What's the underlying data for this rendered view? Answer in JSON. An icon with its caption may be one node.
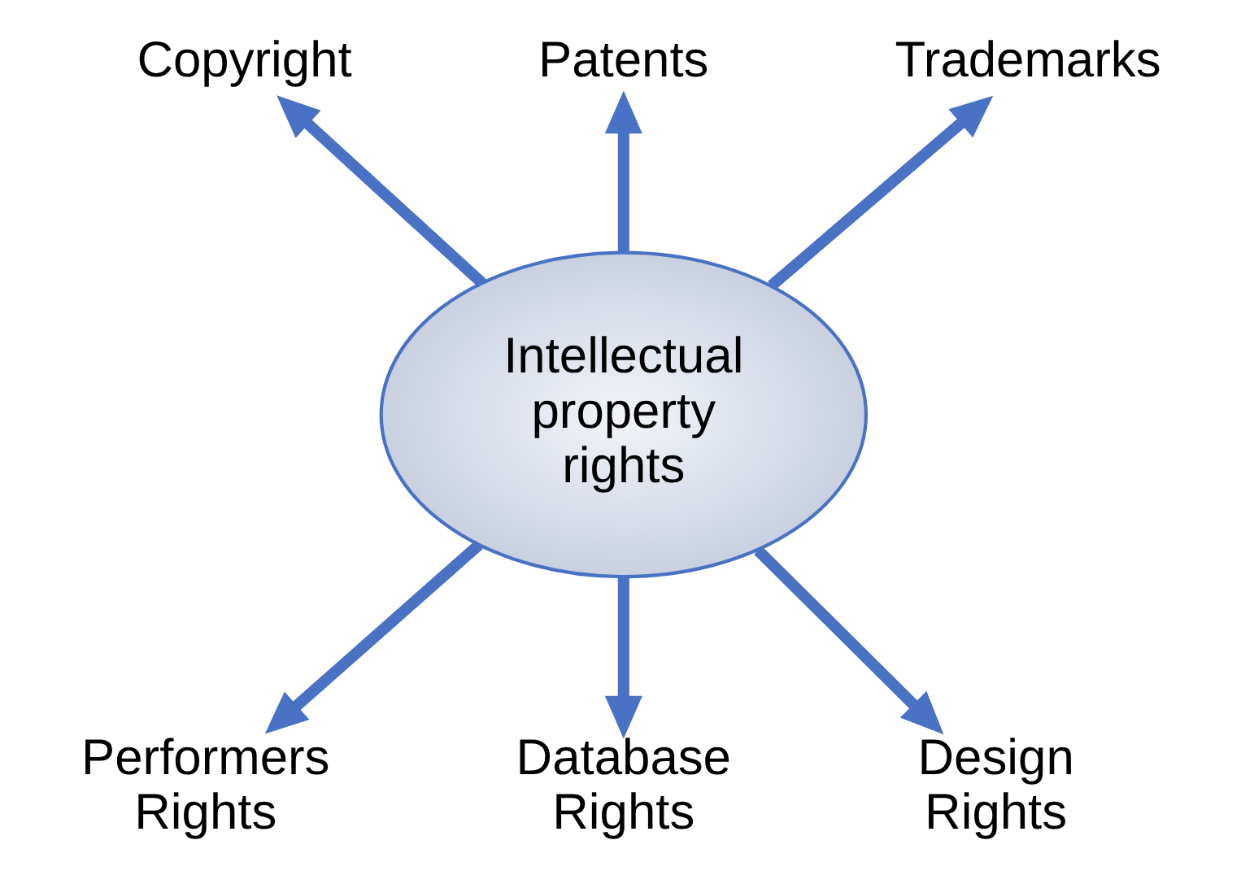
{
  "diagram": {
    "nodes": [
      {
        "text": [
          "Intellectual property rights"
        ]
      },
      {
        "text": [
          "Copyright"
        ]
      },
      {
        "text": [
          "Patents"
        ]
      },
      {
        "text": [
          "Trademarks"
        ]
      },
      {
        "text": [
          "Performers Rights"
        ]
      },
      {
        "text": [
          "Database Rights"
        ]
      },
      {
        "text": [
          "Design Rights"
        ]
      }
    ],
    "edges": [
      {
        "from": 0,
        "to": 1,
        "arrow": "to"
      },
      {
        "from": 0,
        "to": 2,
        "arrow": "to"
      },
      {
        "from": 0,
        "to": 3,
        "arrow": "to"
      },
      {
        "from": 0,
        "to": 4,
        "arrow": "to"
      },
      {
        "from": 0,
        "to": 5,
        "arrow": "to"
      },
      {
        "from": 0,
        "to": 6,
        "arrow": "to"
      }
    ]
  }
}
